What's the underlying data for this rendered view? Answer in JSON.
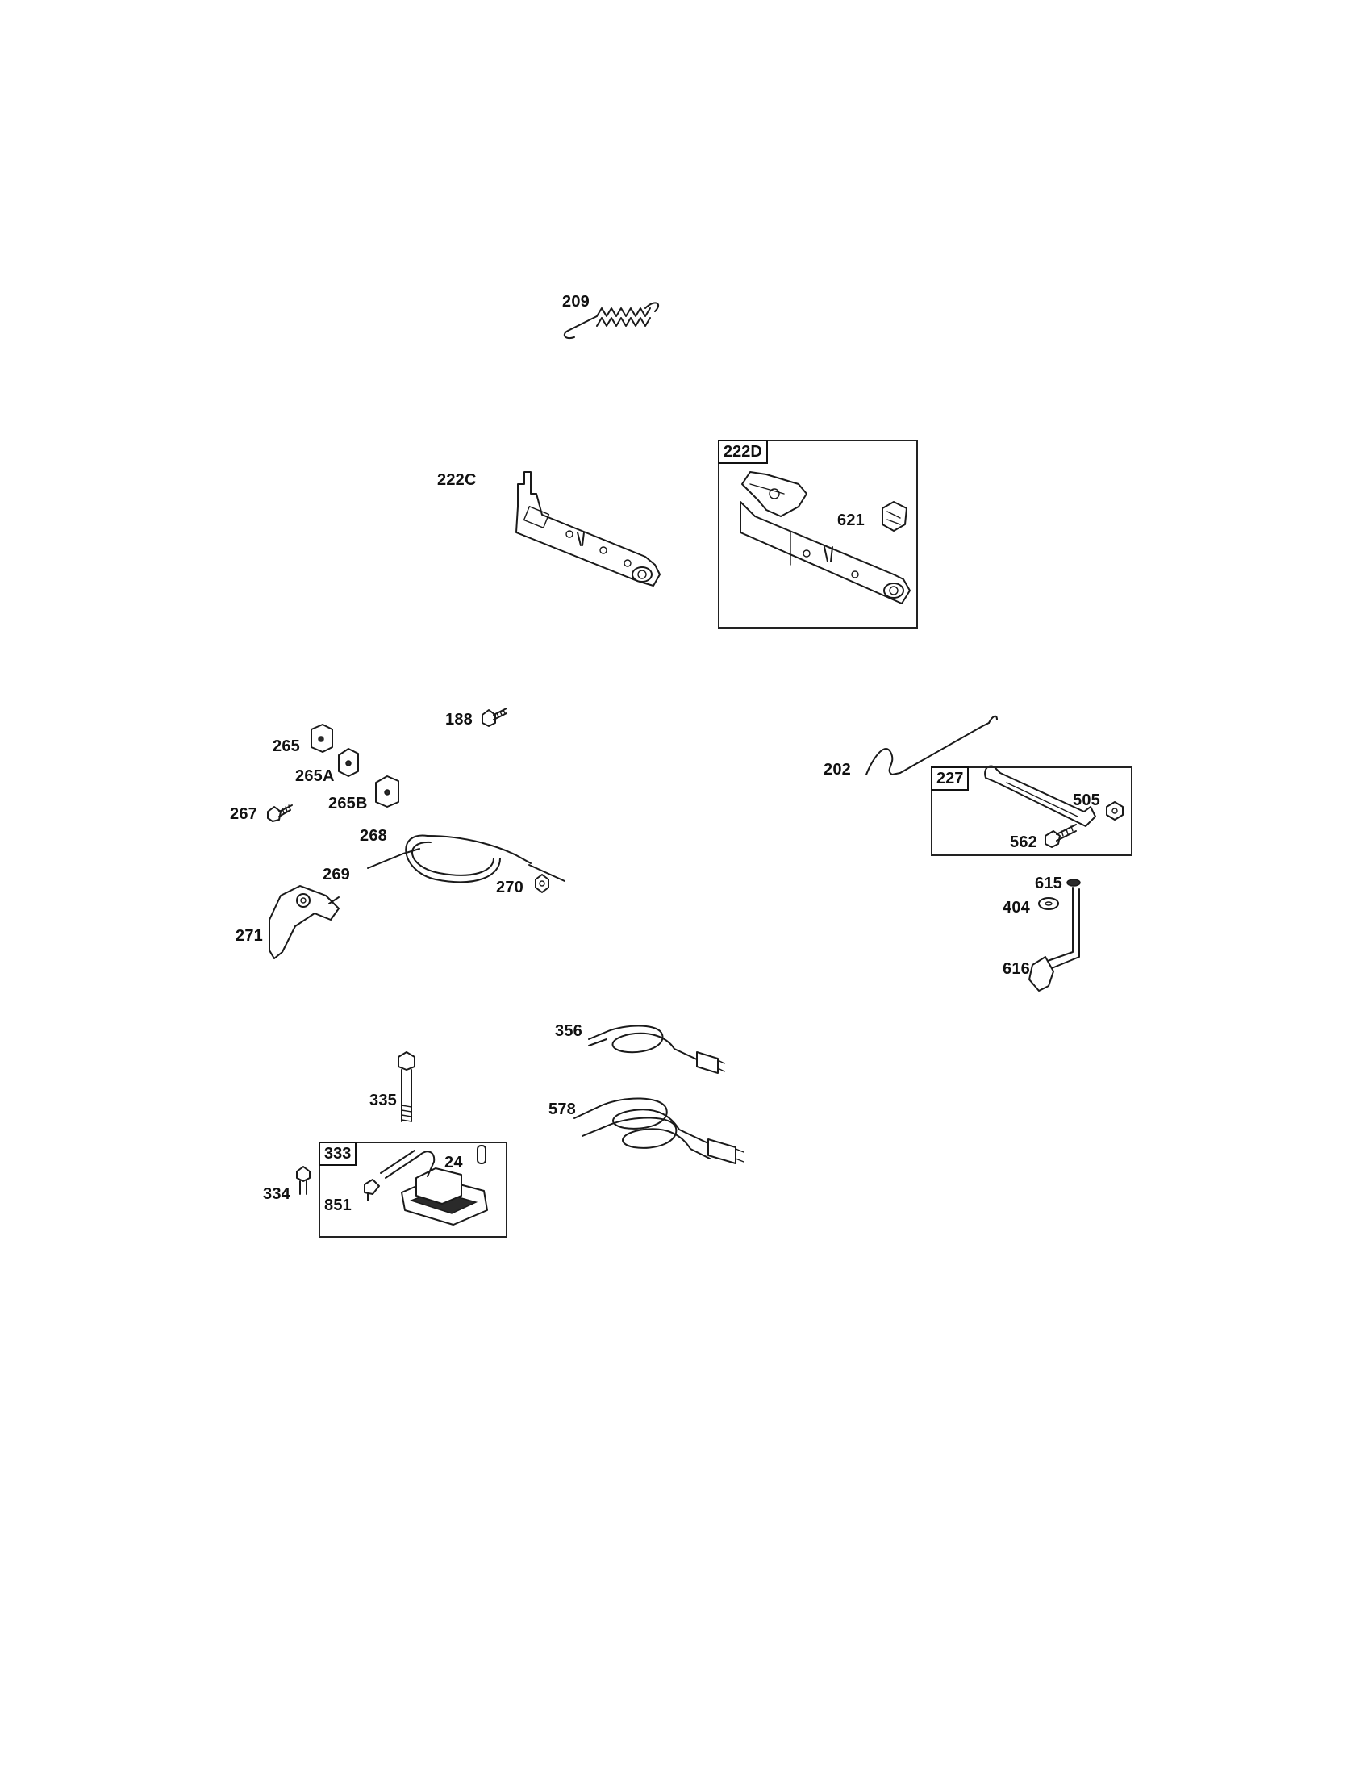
{
  "diagram": {
    "callouts": {
      "p209": "209",
      "p222c": "222C",
      "p621": "621",
      "p188": "188",
      "p265": "265",
      "p265a": "265A",
      "p265b": "265B",
      "p267": "267",
      "p268": "268",
      "p269": "269",
      "p270": "270",
      "p271": "271",
      "p202": "202",
      "p505": "505",
      "p562": "562",
      "p615": "615",
      "p404": "404",
      "p616": "616",
      "p356": "356",
      "p578": "578",
      "p335": "335",
      "p24": "24",
      "p334": "334",
      "p851": "851"
    },
    "group_tags": {
      "g222d": "222D",
      "g227": "227",
      "g333": "333"
    }
  }
}
